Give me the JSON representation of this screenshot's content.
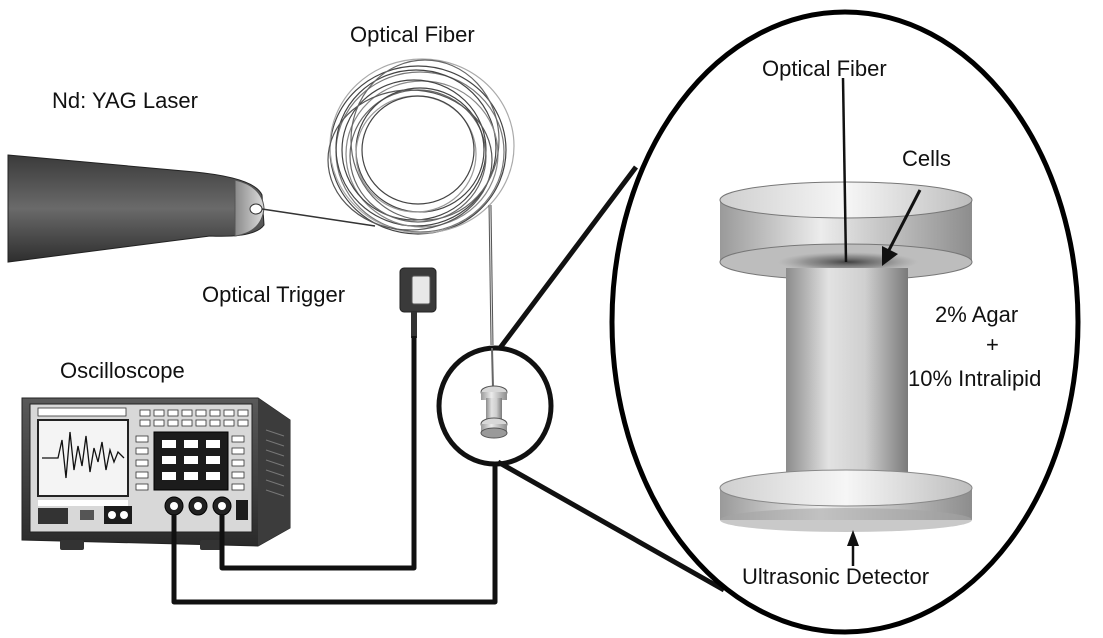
{
  "labels": {
    "laser": "Nd: YAG Laser",
    "fiber_coil": "Optical Fiber",
    "trigger": "Optical Trigger",
    "oscilloscope": "Oscilloscope",
    "fiber_zoom": "Optical Fiber",
    "cells": "Cells",
    "agar": "2% Agar",
    "plus": "+",
    "intralipid": "10% Intralipid",
    "detector": "Ultrasonic Detector"
  }
}
